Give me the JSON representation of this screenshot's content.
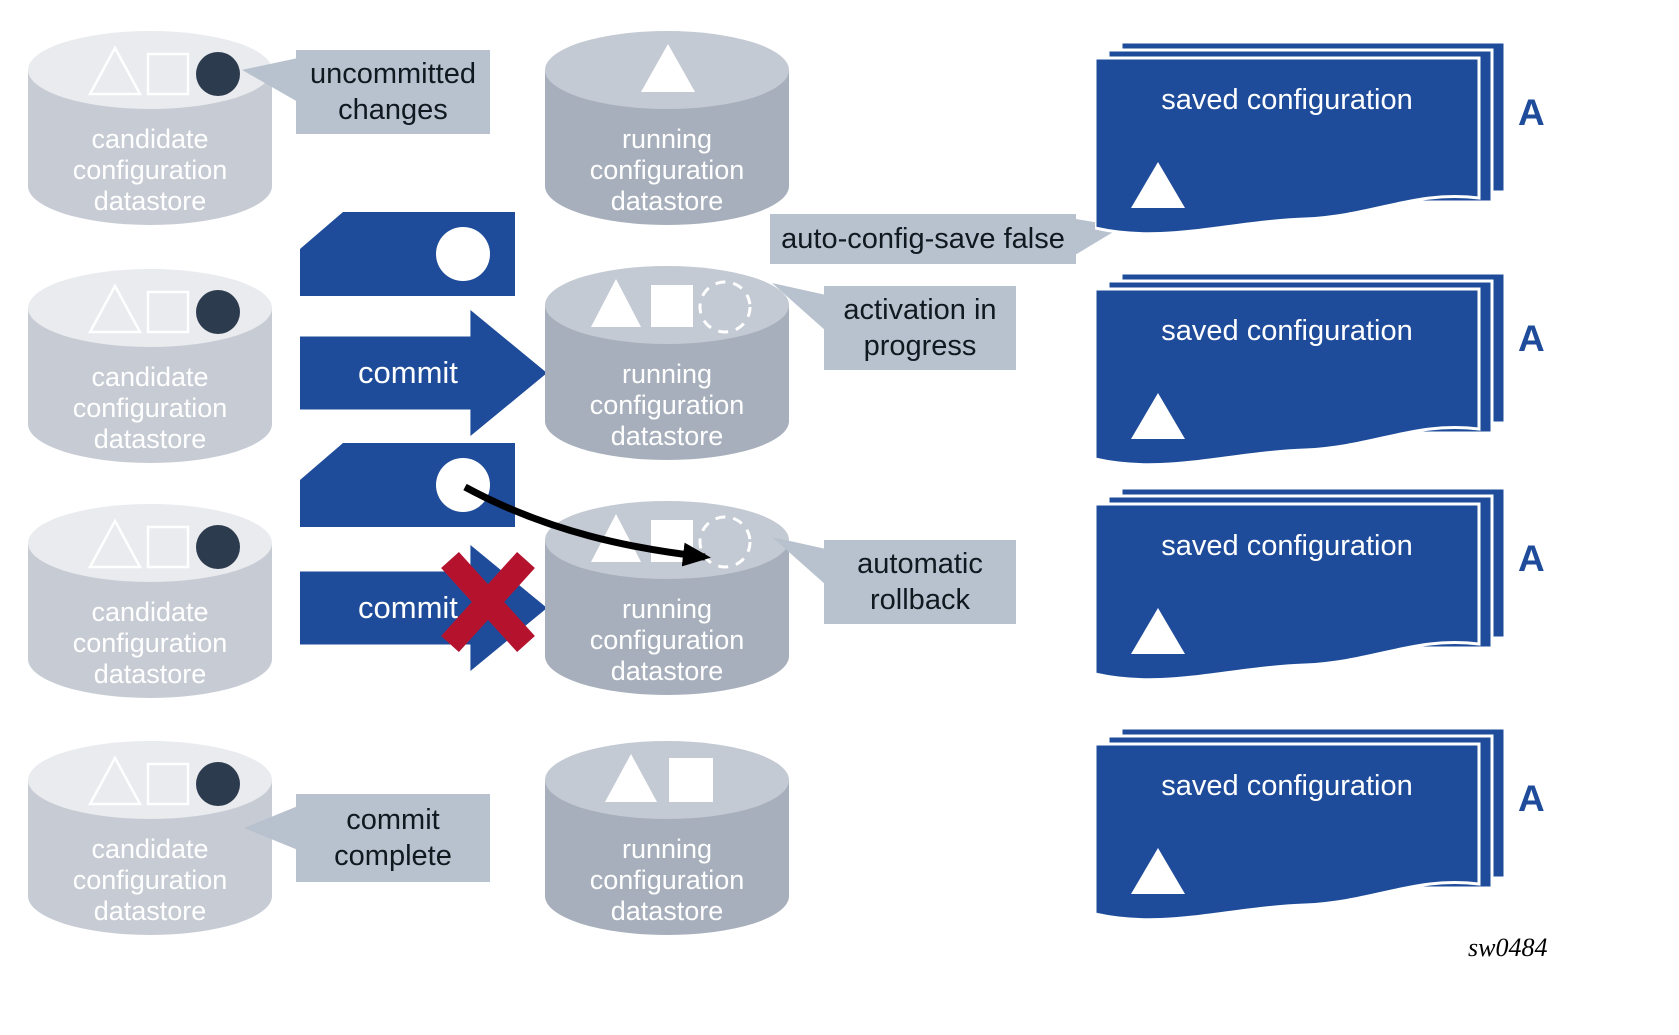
{
  "labels": {
    "candidate_datastore": "candidate\nconfiguration\ndatastore",
    "running_datastore": "running\nconfiguration\ndatastore",
    "saved_configuration": "saved configuration",
    "commit": "commit",
    "marker_a": "A",
    "caption": "sw0484"
  },
  "callouts": {
    "uncommitted_changes": "uncommitted\nchanges",
    "auto_config_save_false": "auto-config-save false",
    "activation_in_progress": "activation in\nprogress",
    "automatic_rollback": "automatic\nrollback",
    "commit_complete": "commit\ncomplete"
  },
  "icons": {
    "triangle": "triangle-icon",
    "square": "square-icon",
    "circle": "circle-icon",
    "dashed_circle": "dashed-circle-icon",
    "failed_x": "failed-commit-x-icon",
    "rollback_arrow": "rollback-arrow-icon"
  },
  "colors": {
    "primary_blue": "#1e4c9a",
    "candidate_body": "#c7ccd4",
    "candidate_top": "#e9ebef",
    "running_body": "#a6afbb",
    "running_top": "#c4cad3",
    "callout_bg": "#b7c2ce",
    "dark_dot": "#2d3b4f",
    "error_red": "#b5122e"
  }
}
